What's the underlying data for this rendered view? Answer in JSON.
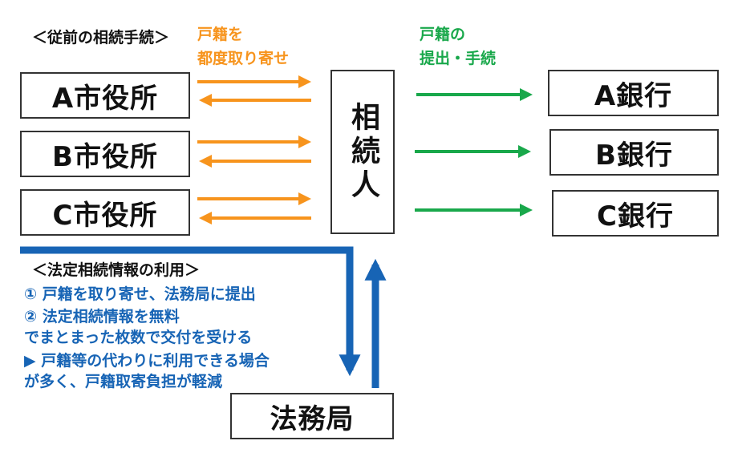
{
  "colors": {
    "orange": "#f7941d",
    "green": "#19a84b",
    "blue": "#1764b5",
    "border": "#333333"
  },
  "labels": {
    "old_procedure": "＜従前の相続手続＞",
    "orange_line1": "戸籍を",
    "orange_line2": "都度取り寄せ",
    "green_line1": "戸籍の",
    "green_line2": "提出・手続",
    "new_procedure": "＜法定相続情報の利用＞"
  },
  "city_offices": [
    "A市役所",
    "B市役所",
    "C市役所"
  ],
  "banks": [
    "A銀行",
    "B銀行",
    "C銀行"
  ],
  "heir": "相続人",
  "legal_bureau": "法務局",
  "steps": [
    "①  戸籍を取り寄せ、法務局に提出",
    "②  法定相続情報を無料",
    "     でまとまった枚数で交付を受ける",
    "▶  戸籍等の代わりに利用できる場合",
    "     が多く、戸籍取寄負担が軽減"
  ]
}
